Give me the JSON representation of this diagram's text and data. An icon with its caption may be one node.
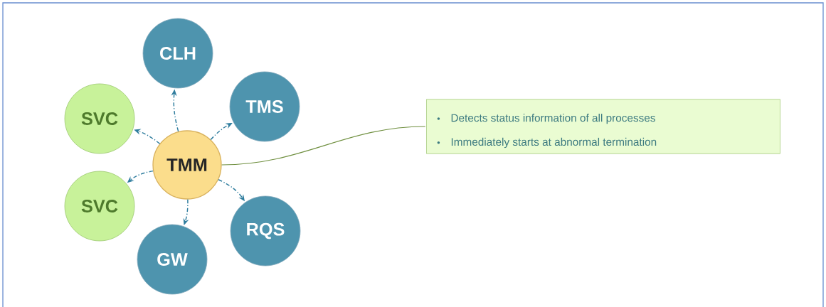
{
  "diagram": {
    "nodes": [
      {
        "text": [
          "TMM"
        ]
      },
      {
        "text": [
          "CLH"
        ]
      },
      {
        "text": [
          "TMS"
        ]
      },
      {
        "text": [
          "SVC"
        ]
      },
      {
        "text": [
          "SVC"
        ]
      },
      {
        "text": [
          "RQS"
        ]
      },
      {
        "text": [
          "GW"
        ]
      },
      {
        "text": [
          "Detects status information of all processes",
          "Immediately starts at abnormal termination"
        ]
      }
    ],
    "edges": [
      {
        "from": 0,
        "to": 1,
        "arrow": "to",
        "style": "dashed"
      },
      {
        "from": 0,
        "to": 2,
        "arrow": "to",
        "style": "dashed"
      },
      {
        "from": 0,
        "to": 3,
        "arrow": "to",
        "style": "dashed"
      },
      {
        "from": 0,
        "to": 4,
        "arrow": "to",
        "style": "dashed"
      },
      {
        "from": 0,
        "to": 5,
        "arrow": "to",
        "style": "dashed"
      },
      {
        "from": 0,
        "to": 6,
        "arrow": "to",
        "style": "dashed"
      },
      {
        "from": 0,
        "to": 7,
        "arrow": "none",
        "color": "#6f8f3f"
      }
    ]
  }
}
